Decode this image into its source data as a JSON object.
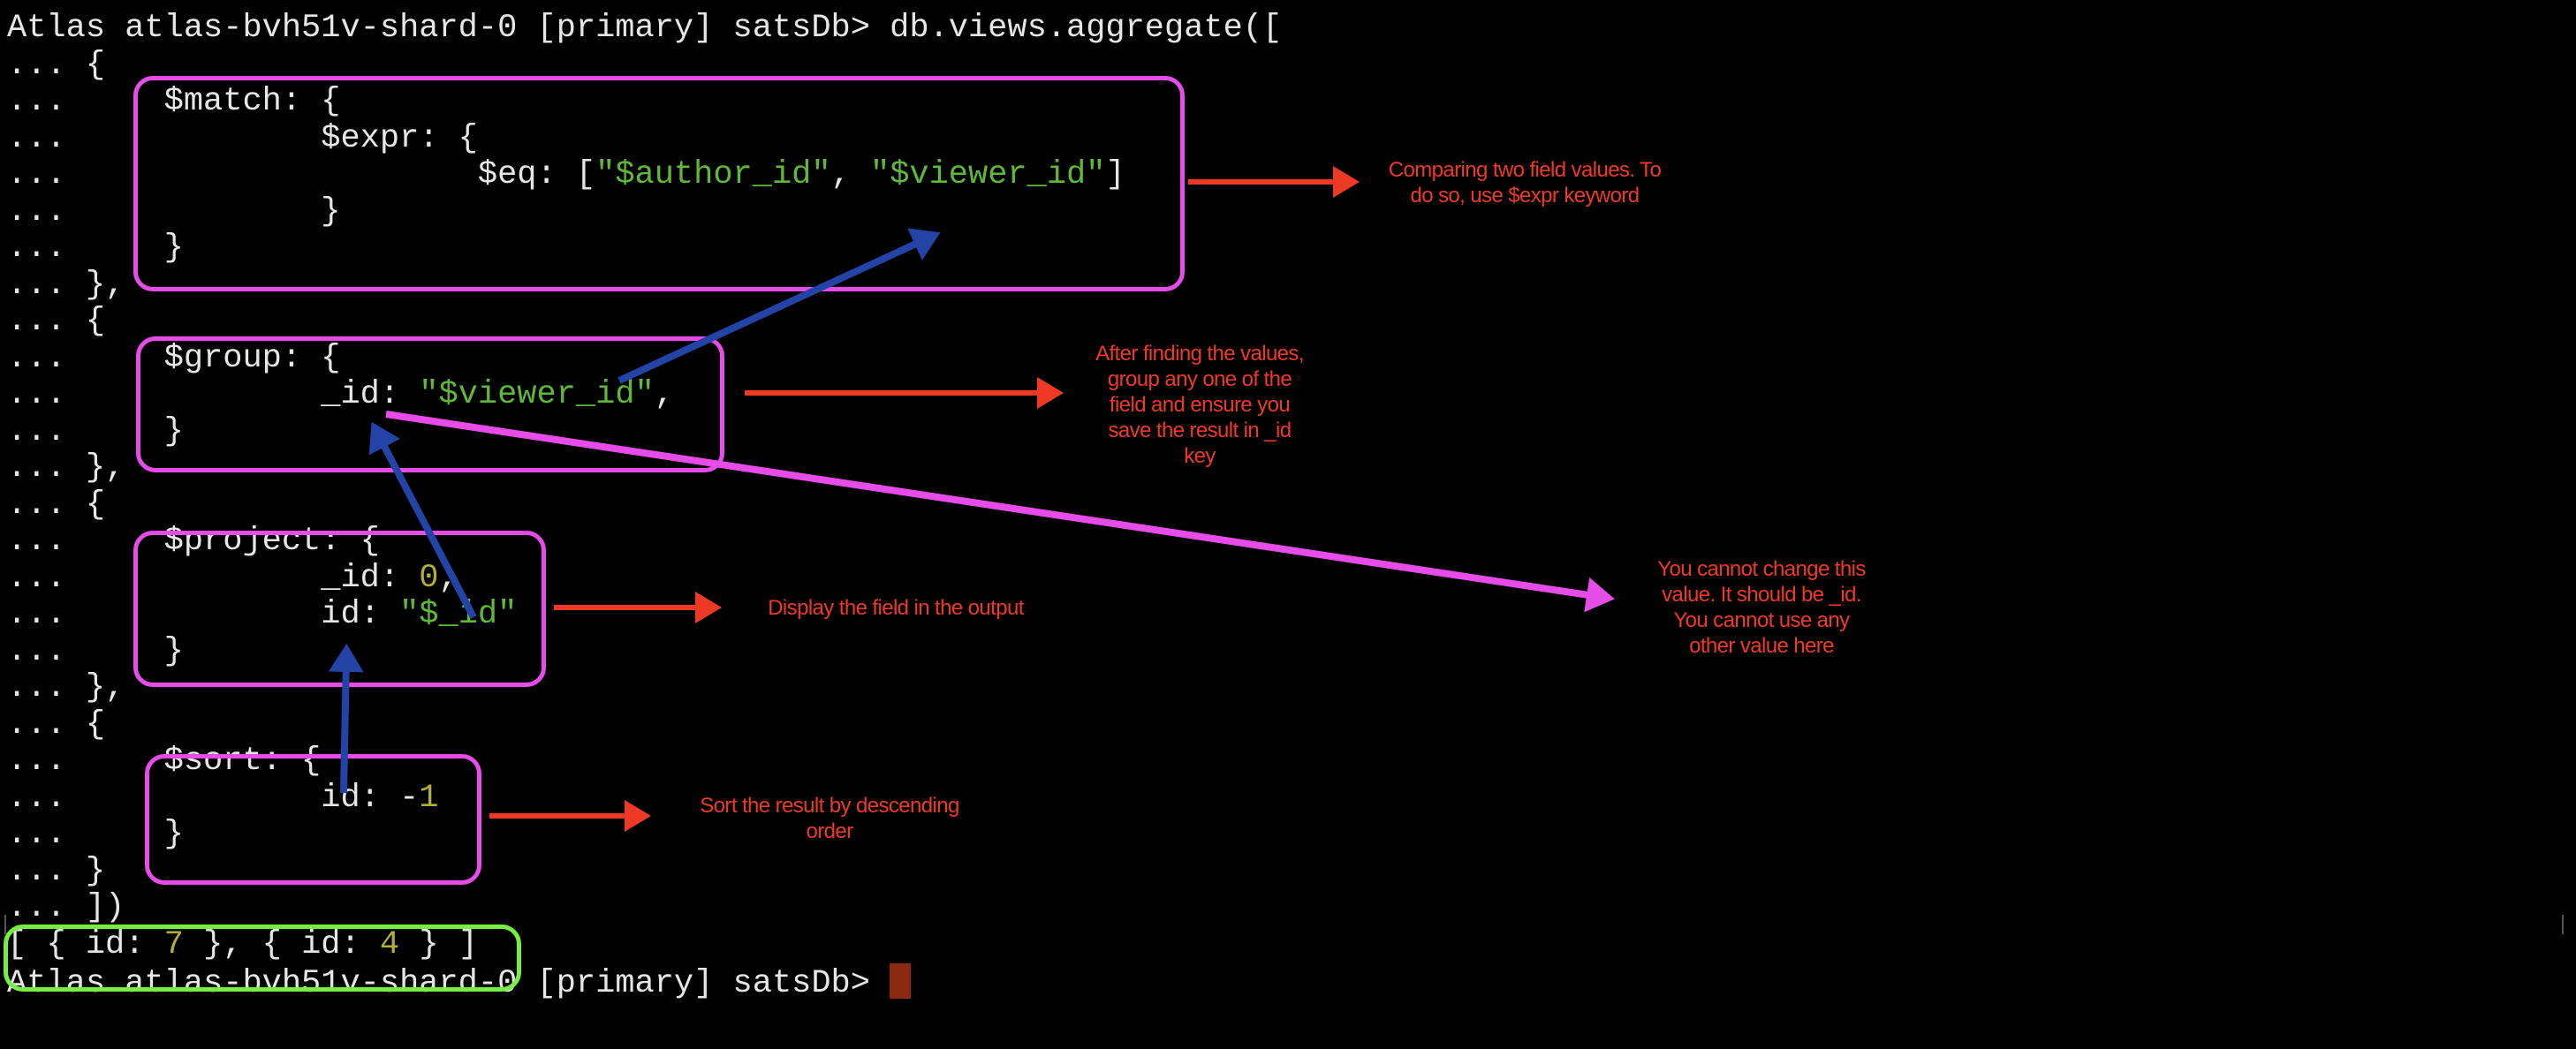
{
  "terminal": {
    "lines": [
      [
        {
          "t": "Atlas atlas-bvh51v-shard-0 [primary] satsDb> db.views.aggregate(["
        }
      ],
      [
        {
          "t": "... {"
        }
      ],
      [
        {
          "t": "...     $match: {"
        }
      ],
      [
        {
          "t": "...             $expr: {"
        }
      ],
      [
        {
          "t": "...                     $eq: ["
        },
        {
          "t": "\"$author_id\"",
          "c": "g"
        },
        {
          "t": ", "
        },
        {
          "t": "\"$viewer_id\"",
          "c": "g"
        },
        {
          "t": "]"
        }
      ],
      [
        {
          "t": "...             }"
        }
      ],
      [
        {
          "t": "...     }"
        }
      ],
      [
        {
          "t": "... },"
        }
      ],
      [
        {
          "t": "... {"
        }
      ],
      [
        {
          "t": "...     $group: {"
        }
      ],
      [
        {
          "t": "...             _id: "
        },
        {
          "t": "\"$viewer_id\"",
          "c": "g"
        },
        {
          "t": ","
        }
      ],
      [
        {
          "t": "...     }"
        }
      ],
      [
        {
          "t": "... },"
        }
      ],
      [
        {
          "t": "... {"
        }
      ],
      [
        {
          "t": "...     $project: {"
        }
      ],
      [
        {
          "t": "...             _id: "
        },
        {
          "t": "0",
          "c": "y"
        },
        {
          "t": ","
        }
      ],
      [
        {
          "t": "...             id: "
        },
        {
          "t": "\"$_id\"",
          "c": "g"
        }
      ],
      [
        {
          "t": "...     }"
        }
      ],
      [
        {
          "t": "... },"
        }
      ],
      [
        {
          "t": "... {"
        }
      ],
      [
        {
          "t": "...     $sort: {"
        }
      ],
      [
        {
          "t": "...             id: -"
        },
        {
          "t": "1",
          "c": "y"
        }
      ],
      [
        {
          "t": "...     }"
        }
      ],
      [
        {
          "t": "... }"
        }
      ],
      [
        {
          "t": "... ])"
        }
      ],
      [
        {
          "t": "[ { id: "
        },
        {
          "t": "7",
          "c": "y"
        },
        {
          "t": " }, { id: "
        },
        {
          "t": "4",
          "c": "y"
        },
        {
          "t": " } ]"
        }
      ],
      [
        {
          "t": "Atlas atlas-bvh51v-shard-0 [primary] satsDb> "
        },
        {
          "cursor": true
        }
      ]
    ]
  },
  "annotations": {
    "match_note": "Comparing two field values. To\ndo so, use $expr keyword",
    "group_note": "After finding the values,\ngroup any one of the\nfield and ensure you\nsave the result in _id\nkey",
    "project_note": "Display the field in the output",
    "sort_note": "Sort the result by descending\norder",
    "id_note": "You cannot change this\nvalue. It should be _id.\nYou cannot use any\nother value here"
  },
  "colors": {
    "highlight_box": "#e64ce8",
    "result_box": "#76ee44",
    "note_text": "#ee3a24",
    "blue_arrow": "#2443a6",
    "string": "#5fb83a",
    "number": "#b3ad3c",
    "cursor": "#8b2a10"
  }
}
